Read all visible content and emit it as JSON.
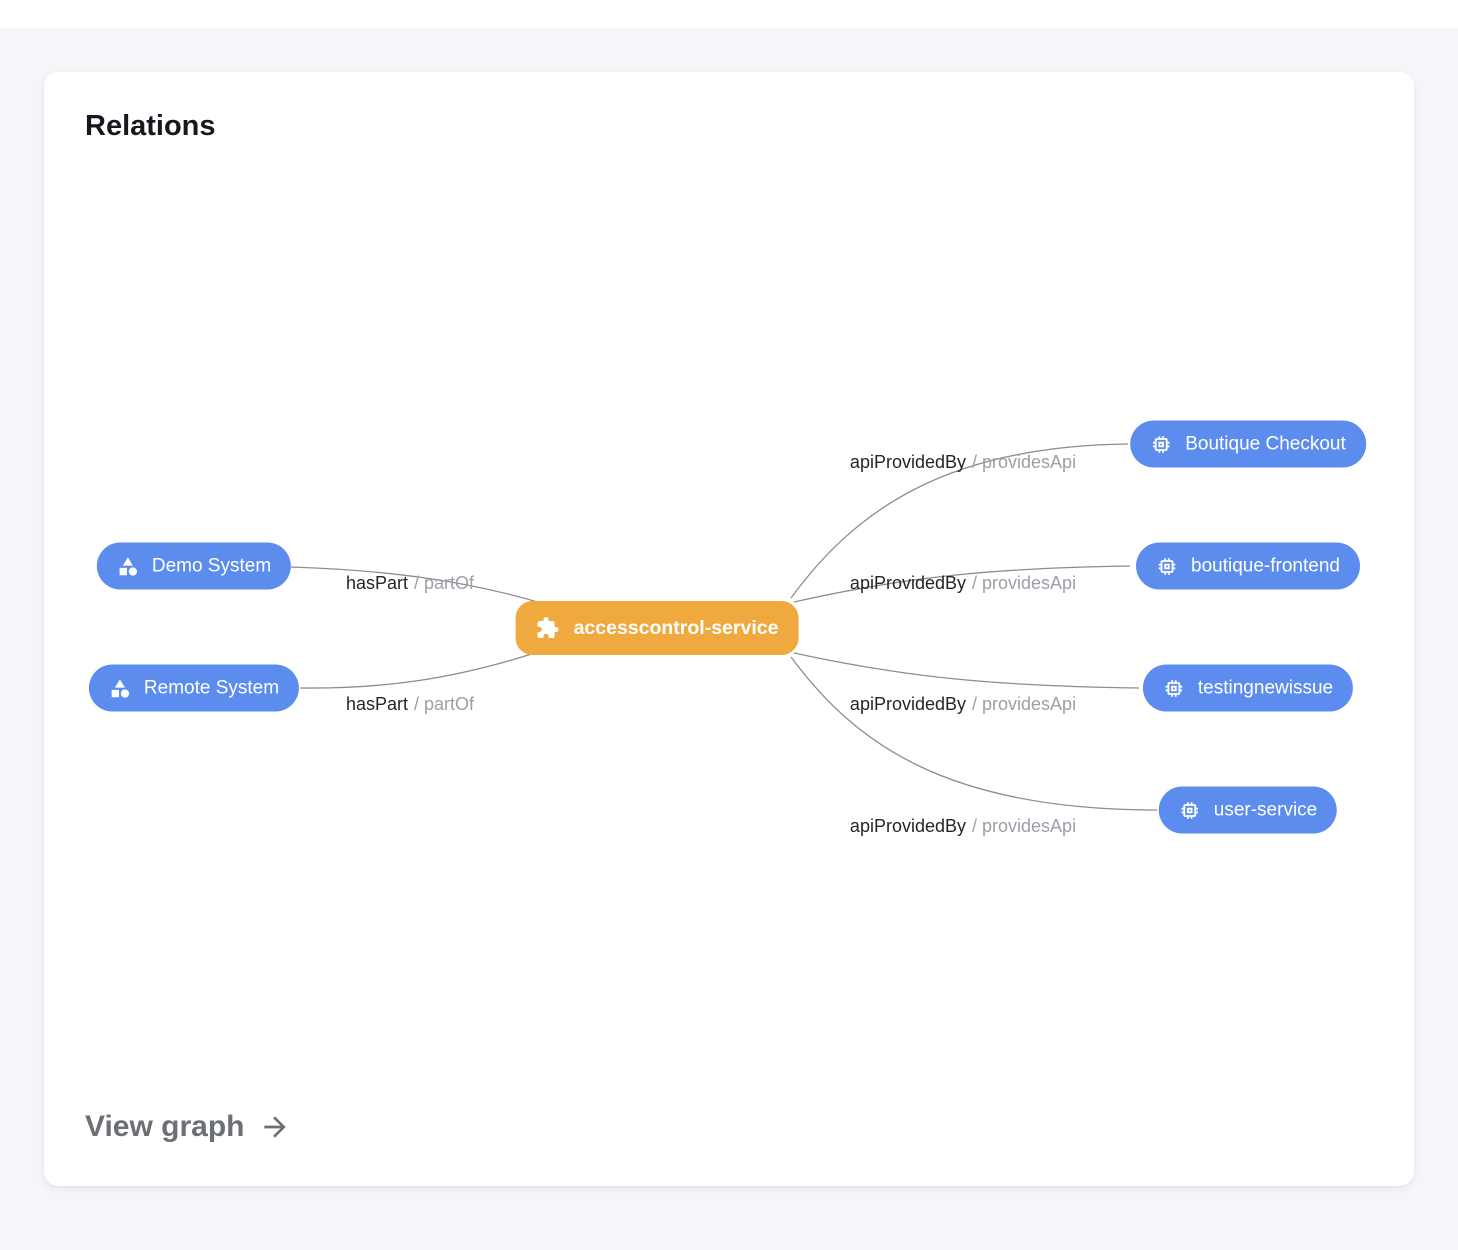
{
  "card": {
    "title": "Relations",
    "view_graph": {
      "label": "View graph",
      "icon": "arrow-right-icon"
    }
  },
  "diagram": {
    "center_node": {
      "label": "accesscontrol-service",
      "icon": "extension-puzzle-icon"
    },
    "left_nodes": [
      {
        "label": "Demo System",
        "icon": "system-category-icon"
      },
      {
        "label": "Remote System",
        "icon": "system-category-icon"
      }
    ],
    "right_nodes": [
      {
        "label": "Boutique Checkout",
        "icon": "api-chip-icon"
      },
      {
        "label": "boutique-frontend",
        "icon": "api-chip-icon"
      },
      {
        "label": "testingnewissue",
        "icon": "api-chip-icon"
      },
      {
        "label": "user-service",
        "icon": "api-chip-icon"
      }
    ],
    "edges": [
      {
        "from": "Demo System",
        "to": "accesscontrol-service",
        "label": "hasPart",
        "label_secondary": "/ partOf"
      },
      {
        "from": "Remote System",
        "to": "accesscontrol-service",
        "label": "hasPart",
        "label_secondary": "/ partOf"
      },
      {
        "from": "accesscontrol-service",
        "to": "Boutique Checkout",
        "label": "apiProvidedBy",
        "label_secondary": "/ providesApi"
      },
      {
        "from": "accesscontrol-service",
        "to": "boutique-frontend",
        "label": "apiProvidedBy",
        "label_secondary": "/ providesApi"
      },
      {
        "from": "accesscontrol-service",
        "to": "testingnewissue",
        "label": "apiProvidedBy",
        "label_secondary": "/ providesApi"
      },
      {
        "from": "accesscontrol-service",
        "to": "user-service",
        "label": "apiProvidedBy",
        "label_secondary": "/ providesApi"
      }
    ],
    "colors": {
      "system_api_node": "#5c8dee",
      "center_node": "#f0a93f",
      "edge_line": "#8d8d8d",
      "edge_label_primary": "#23262b",
      "edge_label_secondary": "#9aa0a8"
    }
  }
}
